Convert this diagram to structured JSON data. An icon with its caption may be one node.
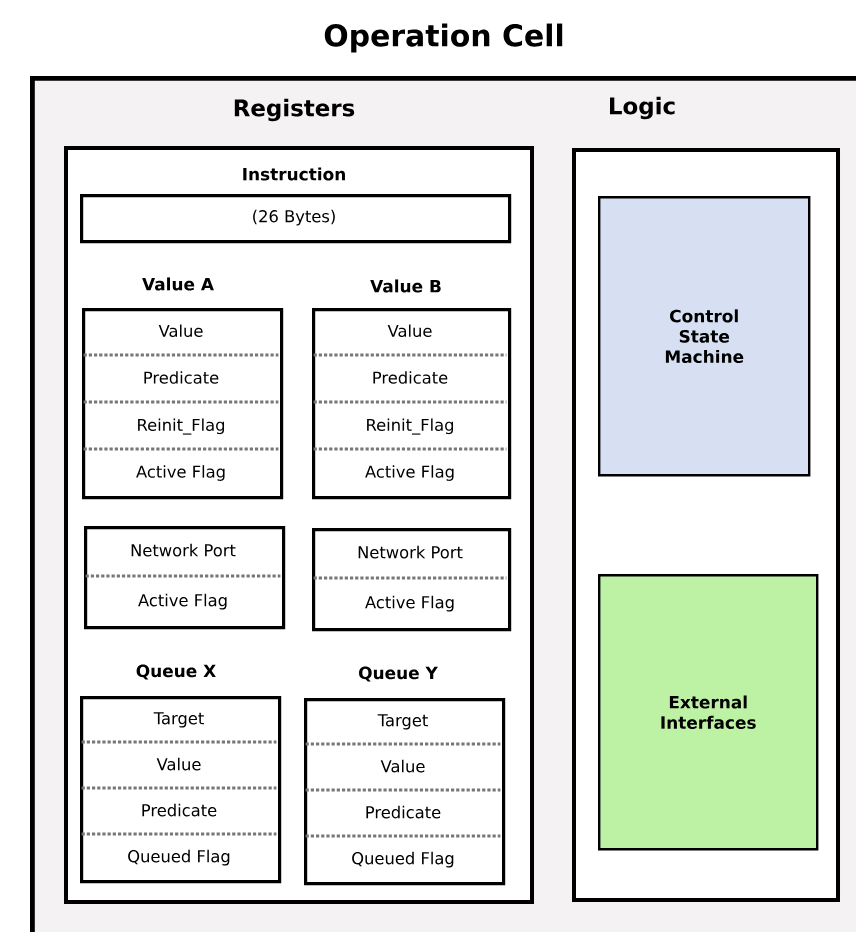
{
  "diagram": {
    "nodes": [
      {
        "text": [
          "Operation Cell"
        ]
      },
      {
        "text": [
          "Registers"
        ],
        "in": 0
      },
      {
        "text": [
          "Instruction",
          "(26 Bytes)"
        ],
        "in": 1
      },
      {
        "text": [
          "Value A",
          "Value",
          "Predicate",
          "Reinit_Flag",
          "Active Flag"
        ],
        "in": 1
      },
      {
        "text": [
          "Value B",
          "Value",
          "Predicate",
          "Reinit_Flag",
          "Active Flag"
        ],
        "in": 1
      },
      {
        "text": [
          "Network Port",
          "Active Flag"
        ],
        "in": 1
      },
      {
        "text": [
          "Network Port",
          "Active Flag"
        ],
        "in": 1
      },
      {
        "text": [
          "Queue X",
          "Target",
          "Value",
          "Predicate",
          "Queued Flag"
        ],
        "in": 1
      },
      {
        "text": [
          "Queue Y",
          "Target",
          "Value",
          "Predicate",
          "Queued Flag"
        ],
        "in": 1
      },
      {
        "text": [
          "Logic"
        ],
        "in": 0
      },
      {
        "text": [
          "Control State Machine"
        ],
        "in": 9
      },
      {
        "text": [
          "External Interfaces"
        ],
        "in": 9
      }
    ]
  }
}
